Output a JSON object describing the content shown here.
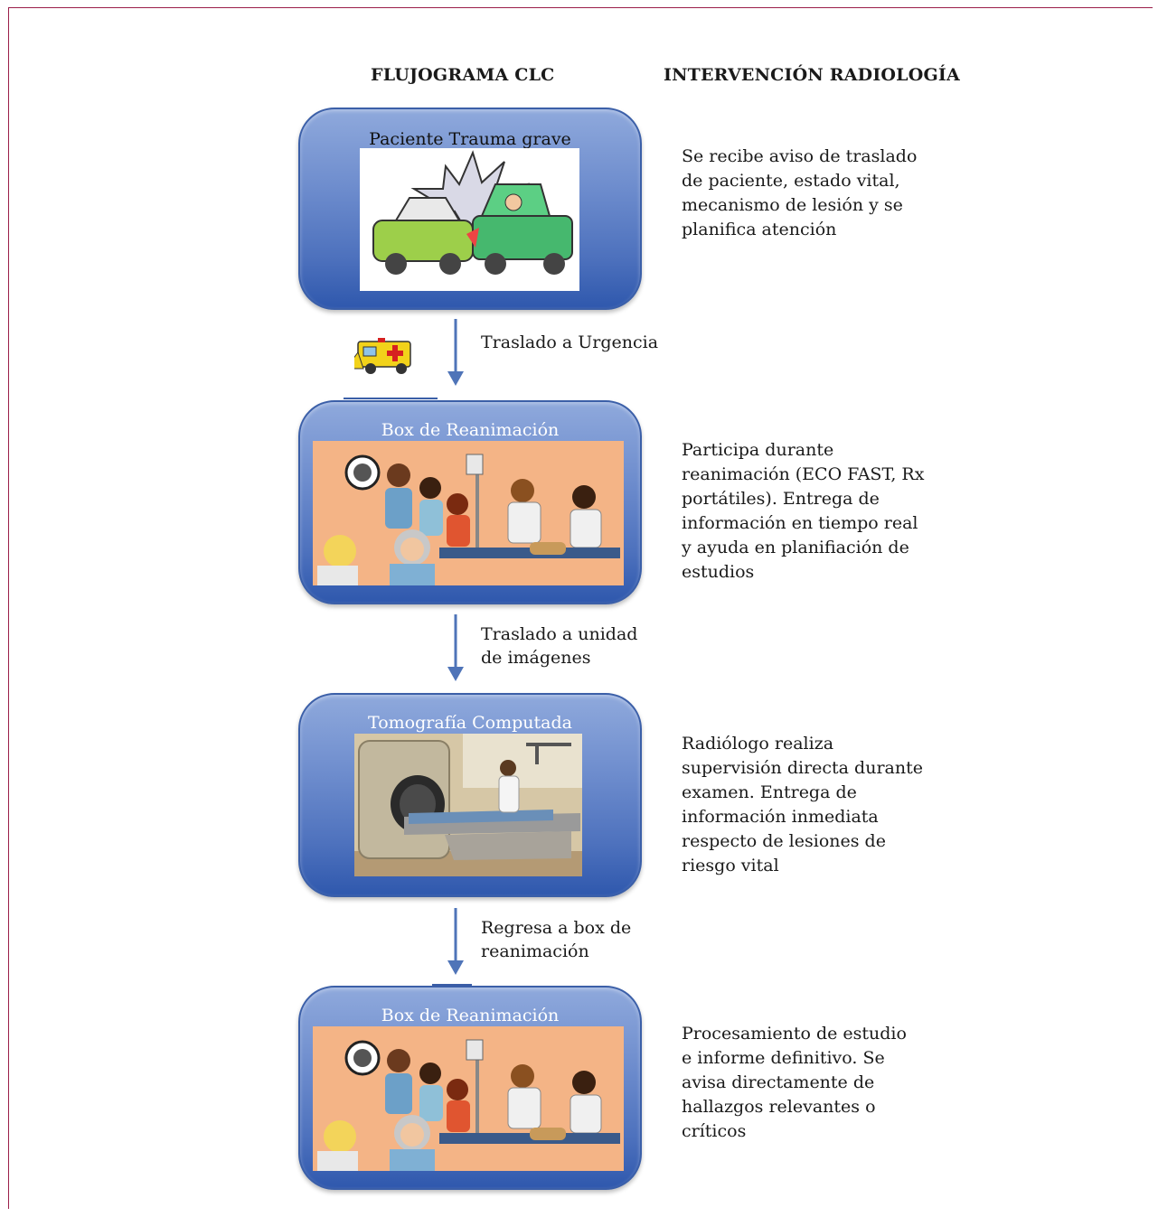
{
  "headers": {
    "left": "FLUJOGRAMA CLC",
    "right": "INTERVENCIÓN RADIOLOGÍA"
  },
  "steps": [
    {
      "title": "Paciente Trauma grave",
      "image": "car-crash-illustration",
      "description": "Se recibe aviso de traslado de paciente, estado vital, mecanismo de lesión y se planifica atención"
    },
    {
      "title": "Box de Reanimación",
      "image": "resuscitation-team-illustration",
      "description": "Participa durante reanimación (ECO FAST, Rx portátiles). Entrega de información en tiempo real y ayuda en planifiación de estudios"
    },
    {
      "title": "Tomografía Computada",
      "image": "ct-scanner-photo",
      "description": "Radiólogo realiza supervisión directa durante examen. Entrega de información inmediata respecto de lesiones de riesgo vital"
    },
    {
      "title": "Box de Reanimación",
      "image": "resuscitation-team-illustration",
      "description": "Procesamiento de estudio e informe definitivo. Se avisa directamente de hallazgos relevantes o críticos"
    }
  ],
  "transitions": [
    {
      "label": "Traslado a Urgencia",
      "icon": "ambulance-icon"
    },
    {
      "label": "Traslado a unidad de imágenes"
    },
    {
      "label": "Regresa a box de reanimación"
    }
  ],
  "colors": {
    "box_fill": "#5b7cc4",
    "arrow": "#4f74b8",
    "frame_border": "#9b1f4a"
  }
}
